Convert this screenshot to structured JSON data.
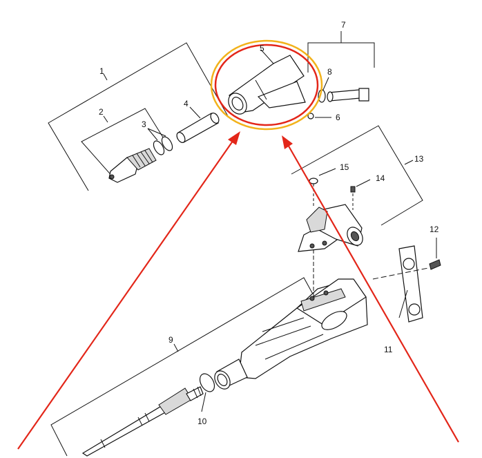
{
  "diagram": {
    "callouts": [
      {
        "id": "c1",
        "text": "1"
      },
      {
        "id": "c2",
        "text": "2"
      },
      {
        "id": "c3",
        "text": "3"
      },
      {
        "id": "c4",
        "text": "4"
      },
      {
        "id": "c5",
        "text": "5"
      },
      {
        "id": "c6",
        "text": "6"
      },
      {
        "id": "c7",
        "text": "7"
      },
      {
        "id": "c8",
        "text": "8"
      },
      {
        "id": "c9",
        "text": "9"
      },
      {
        "id": "c10",
        "text": "10"
      },
      {
        "id": "c11",
        "text": "11"
      },
      {
        "id": "c12",
        "text": "12"
      },
      {
        "id": "c13",
        "text": "13"
      },
      {
        "id": "c14",
        "text": "14"
      },
      {
        "id": "c15",
        "text": "15"
      }
    ]
  },
  "annotations": {
    "highlight_outer_color": "#f2b21b",
    "highlight_inner_color": "#e32619",
    "arrow_color": "#e32619"
  }
}
